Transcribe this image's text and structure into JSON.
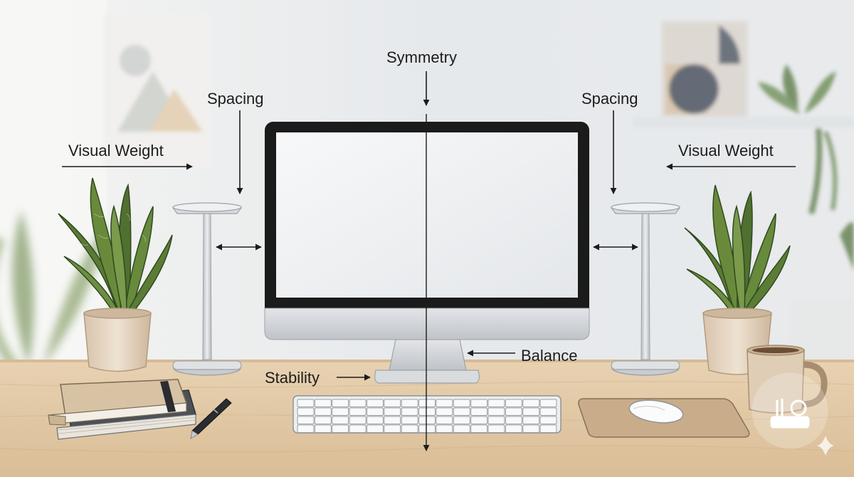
{
  "labels": {
    "symmetry": "Symmetry",
    "spacing_left": "Spacing",
    "spacing_right": "Spacing",
    "visual_weight_left": "Visual Weight",
    "visual_weight_right": "Visual Weight",
    "balance": "Balance",
    "stability": "Stability"
  },
  "colors": {
    "wall": "#e9ecef",
    "desk": "#e2c9a6",
    "plant_leaf": "#5f7f3a",
    "pot": "#e8d8c4",
    "monitor_frame": "#1b1b1b",
    "stand": "#cfd2d6",
    "arrow": "#1c1c1c"
  },
  "watermark_icon": "toy-figures-icon"
}
